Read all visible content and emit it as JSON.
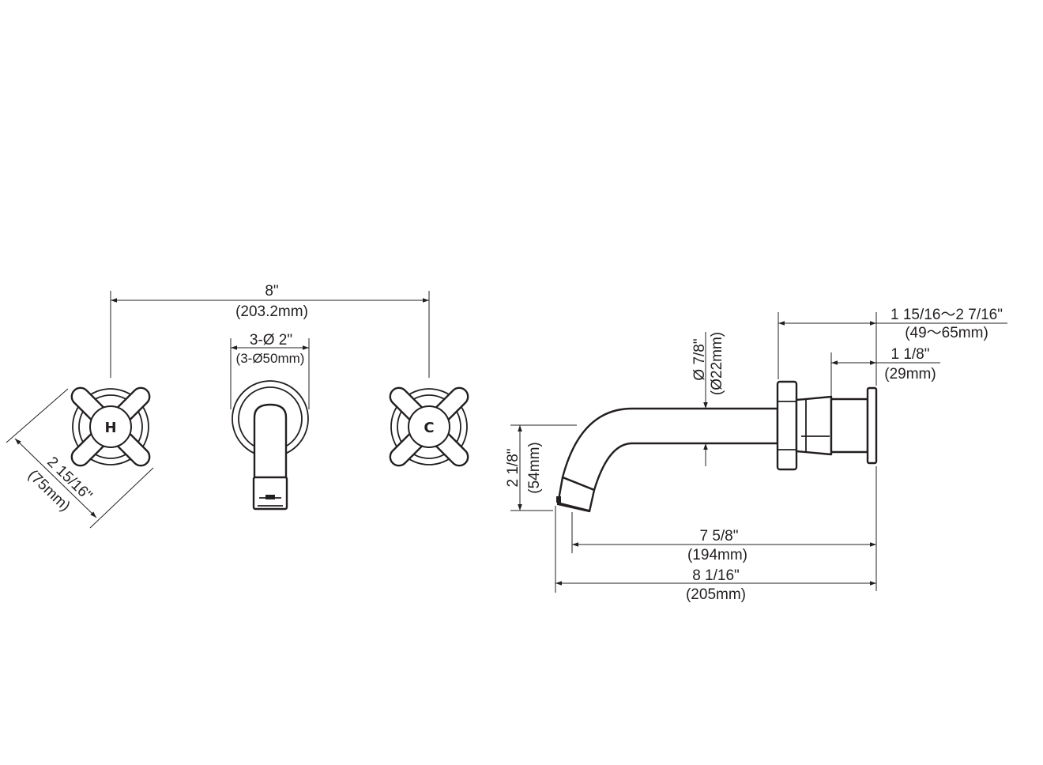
{
  "front_view": {
    "spread": {
      "imperial": "8\"",
      "metric": "(203.2mm)"
    },
    "holes": {
      "imperial": "3-Ø 2\"",
      "metric": "(3-Ø50mm)"
    },
    "handle_size": {
      "imperial": "2 15/16\"",
      "metric": "(75mm)"
    },
    "hot_label": "H",
    "cold_label": "C"
  },
  "side_view": {
    "wall_thickness": {
      "imperial": "1 15/16～2 7/16\"",
      "metric": "(49～65mm)"
    },
    "escutcheon_depth": {
      "imperial": "1 1/8\"",
      "metric": "(29mm)"
    },
    "spout_diameter": {
      "imperial": "Ø 7/8\"",
      "metric": "(Ø22mm)"
    },
    "spout_drop": {
      "imperial": "2 1/8\"",
      "metric": "(54mm)"
    },
    "spout_reach": {
      "imperial": "7 5/8\"",
      "metric": "(194mm)"
    },
    "overall_length": {
      "imperial": "8 1/16\"",
      "metric": "(205mm)"
    }
  }
}
